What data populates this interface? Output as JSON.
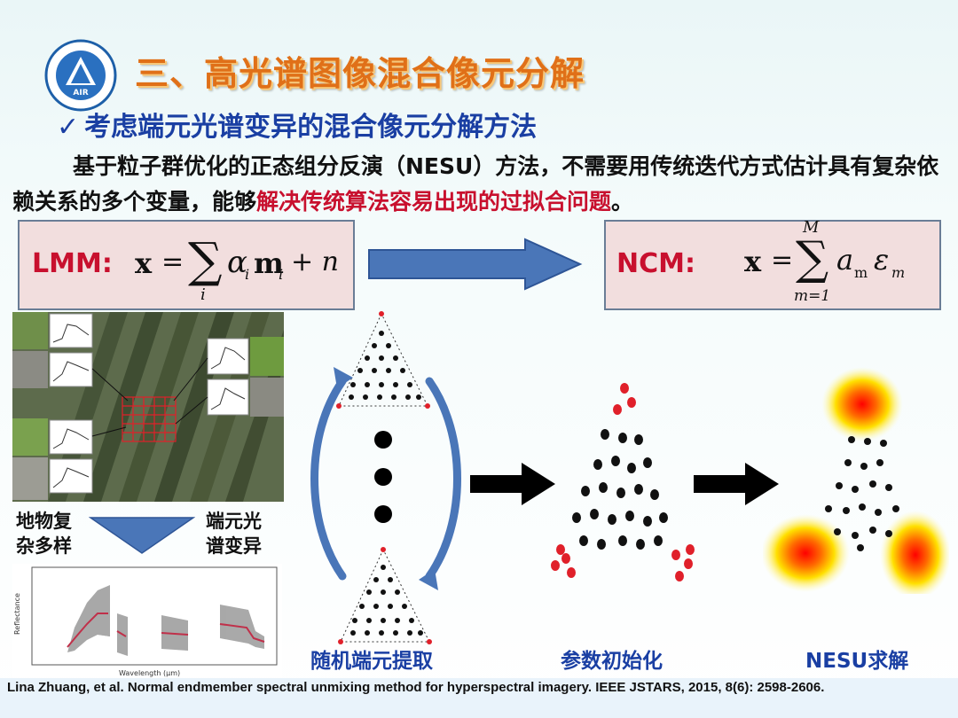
{
  "logo": {
    "letters": "AIR"
  },
  "title": "三、高光谱图像混合像元分解",
  "subtitle": {
    "check": "✓",
    "text": "考虑端元光谱变异的混合像元分解方法"
  },
  "paragraph": {
    "part1": "基于粒子群优化的正态组分反演（NESU）方法，不需要用传统迭代方式估计具有复杂依赖关系的多个变量，能够",
    "highlight": "解决传统算法容易出现的过拟合问题",
    "end": "。"
  },
  "lmm": {
    "label": "LMM:",
    "lhs": "x",
    "eq": "=",
    "sum": "∑",
    "sub": "i",
    "alpha": "α",
    "alpha_sub": "i",
    "m": "m",
    "m_sub": "i",
    "plus": "+ n"
  },
  "ncm": {
    "label": "NCM:",
    "lhs": "x",
    "eq": "=",
    "sum": "∑",
    "upper": "M",
    "lower": "m=1",
    "a": "a",
    "a_sub": "m",
    "eps": "ε",
    "eps_sub": "m"
  },
  "left_labels": {
    "ground": "地物复\n杂多样",
    "variation": "端元光\n谱变异"
  },
  "captions": {
    "extract": "随机端元提取",
    "init": "参数初始化",
    "nesu": "NESU求解"
  },
  "colors": {
    "arrow_blue": "#4a76b8",
    "red": "#c8102e",
    "title_orange": "#e07018",
    "navy": "#1a3fa3"
  },
  "reference": "Lina Zhuang, et al. Normal endmember spectral unmixing method for hyperspectral imagery. IEEE JSTARS, 2015, 8(6): 2598-2606."
}
